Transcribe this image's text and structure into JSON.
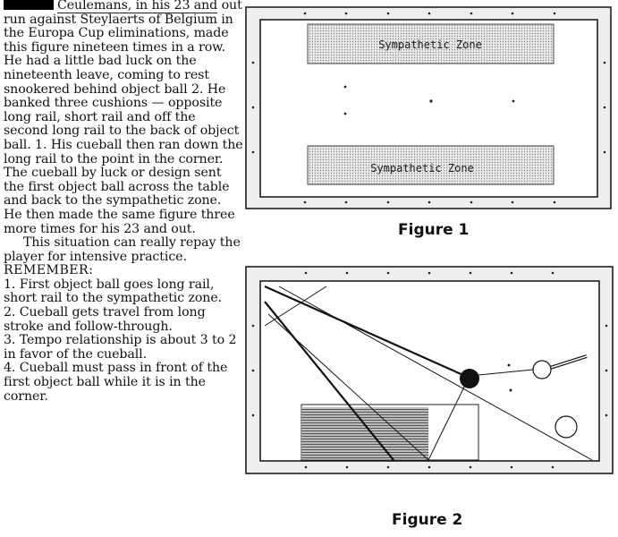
{
  "article": {
    "line1": "Ceulemans, in his 23 and",
    "p1_rest": "out run against Steylaerts of Belgium in the Europa Cup eliminations, made this figure nineteen times in a row. He had a little bad luck on the nineteenth leave, coming to rest snookered behind object ball 2. He banked three cushions — opposite long rail, short rail and off the second long rail to the back of object ball. 1. His cueball then ran down the long rail to the point in the corner. The cueball by luck or design sent the first object ball across the table and back to the sympathetic zone. He then made the same figure three more times for his 23 and out.",
    "p2": "This situation can really repay the player for intensive practice.",
    "remember": "REMEMBER:",
    "points": [
      "1. First object ball goes long rail, short rail to the sympathetic zone.",
      "2. Cueball gets travel from long stroke and follow-through.",
      "3. Tempo relationship is about 3 to 2 in favor of the cueball.",
      "4. Cueball must pass in front of the first object ball while it is in the corner."
    ]
  },
  "figure1": {
    "caption": "Figure 1",
    "zone_top_label": "Sympathetic Zone",
    "zone_bottom_label": "Sympathetic Zone"
  },
  "figure2": {
    "caption": "Figure 2"
  }
}
